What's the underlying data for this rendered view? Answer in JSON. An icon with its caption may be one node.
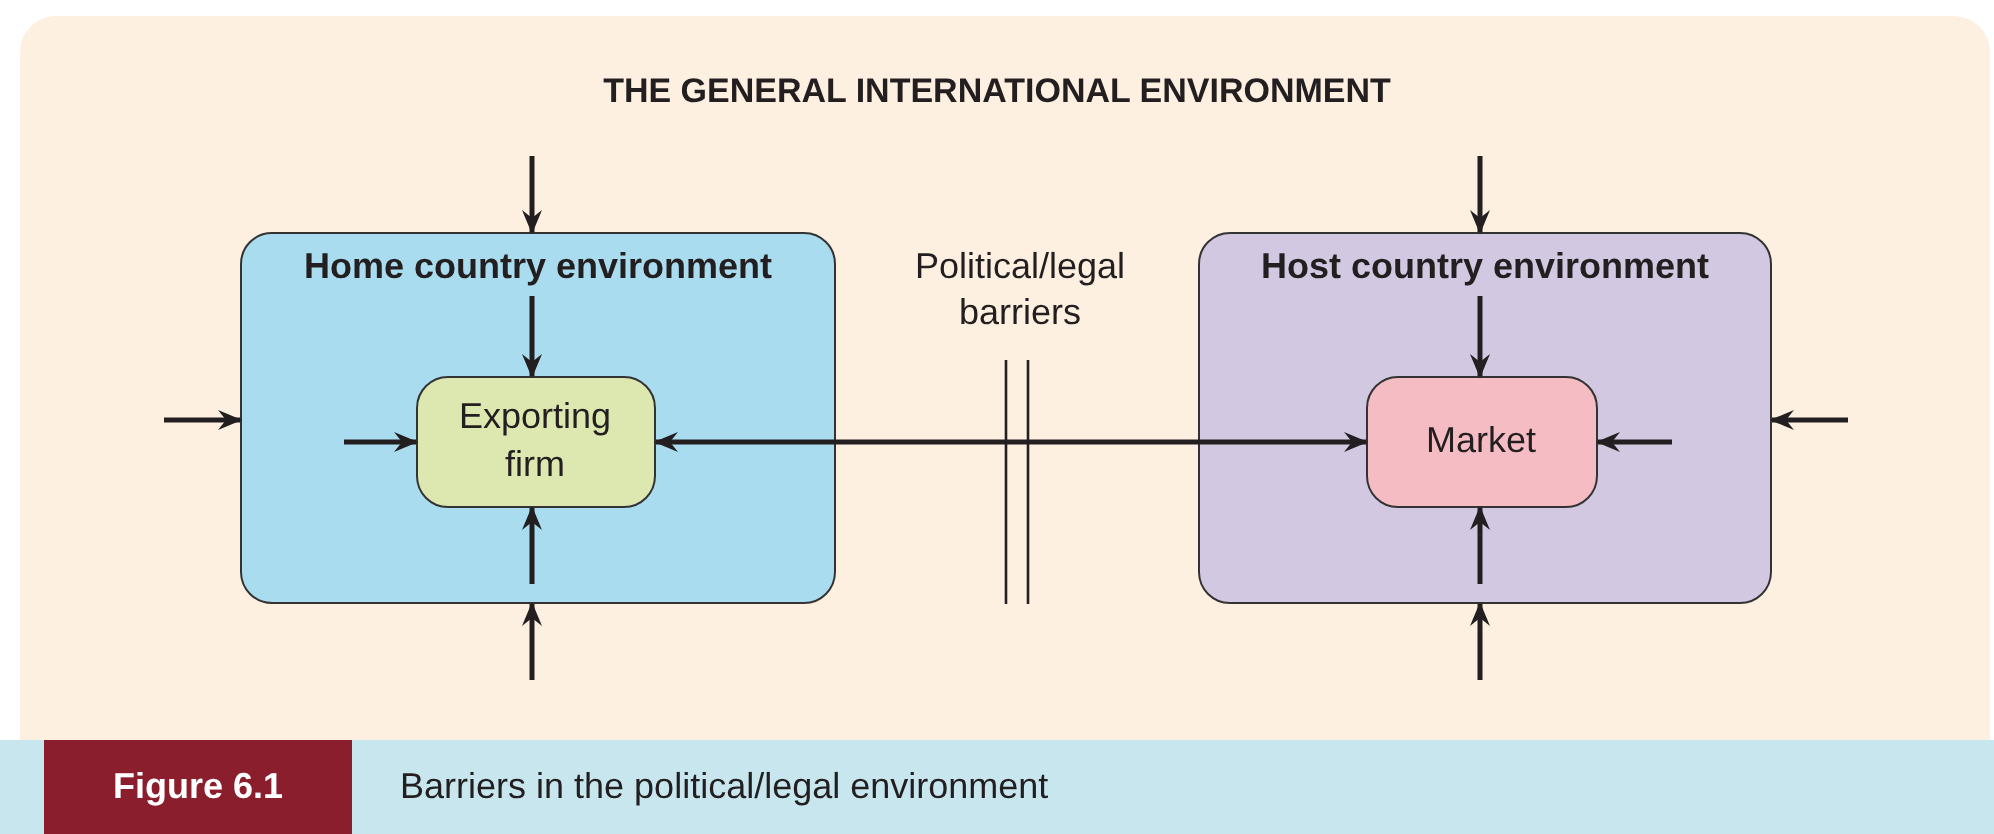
{
  "diagram": {
    "title": "THE GENERAL INTERNATIONAL ENVIRONMENT",
    "caption": "Barriers in the political/legal environment",
    "nodes": [
      {
        "text": [
          "Home country environment"
        ]
      },
      {
        "text": [
          "Exporting firm"
        ],
        "in": 0
      },
      {
        "text": [
          "Host country environment"
        ]
      },
      {
        "text": [
          "Market"
        ],
        "in": 2
      }
    ],
    "edges": [
      {
        "from": null,
        "to": 0,
        "arrow": "to"
      },
      {
        "from": null,
        "to": 0,
        "arrow": "to"
      },
      {
        "from": null,
        "to": 0,
        "arrow": "to"
      },
      {
        "from": null,
        "to": 1,
        "arrow": "to"
      },
      {
        "from": null,
        "to": 1,
        "arrow": "to"
      },
      {
        "from": null,
        "to": 1,
        "arrow": "to"
      },
      {
        "from": 1,
        "to": 3,
        "arrow": "both"
      },
      {
        "from": null,
        "to": 2,
        "arrow": "to"
      },
      {
        "from": null,
        "to": 2,
        "arrow": "to"
      },
      {
        "from": null,
        "to": 2,
        "arrow": "to"
      },
      {
        "from": null,
        "to": 3,
        "arrow": "to"
      },
      {
        "from": null,
        "to": 3,
        "arrow": "to"
      },
      {
        "from": null,
        "to": 3,
        "arrow": "to"
      }
    ],
    "labels": [
      "Political/legal barriers",
      "Figure 6.1"
    ]
  }
}
